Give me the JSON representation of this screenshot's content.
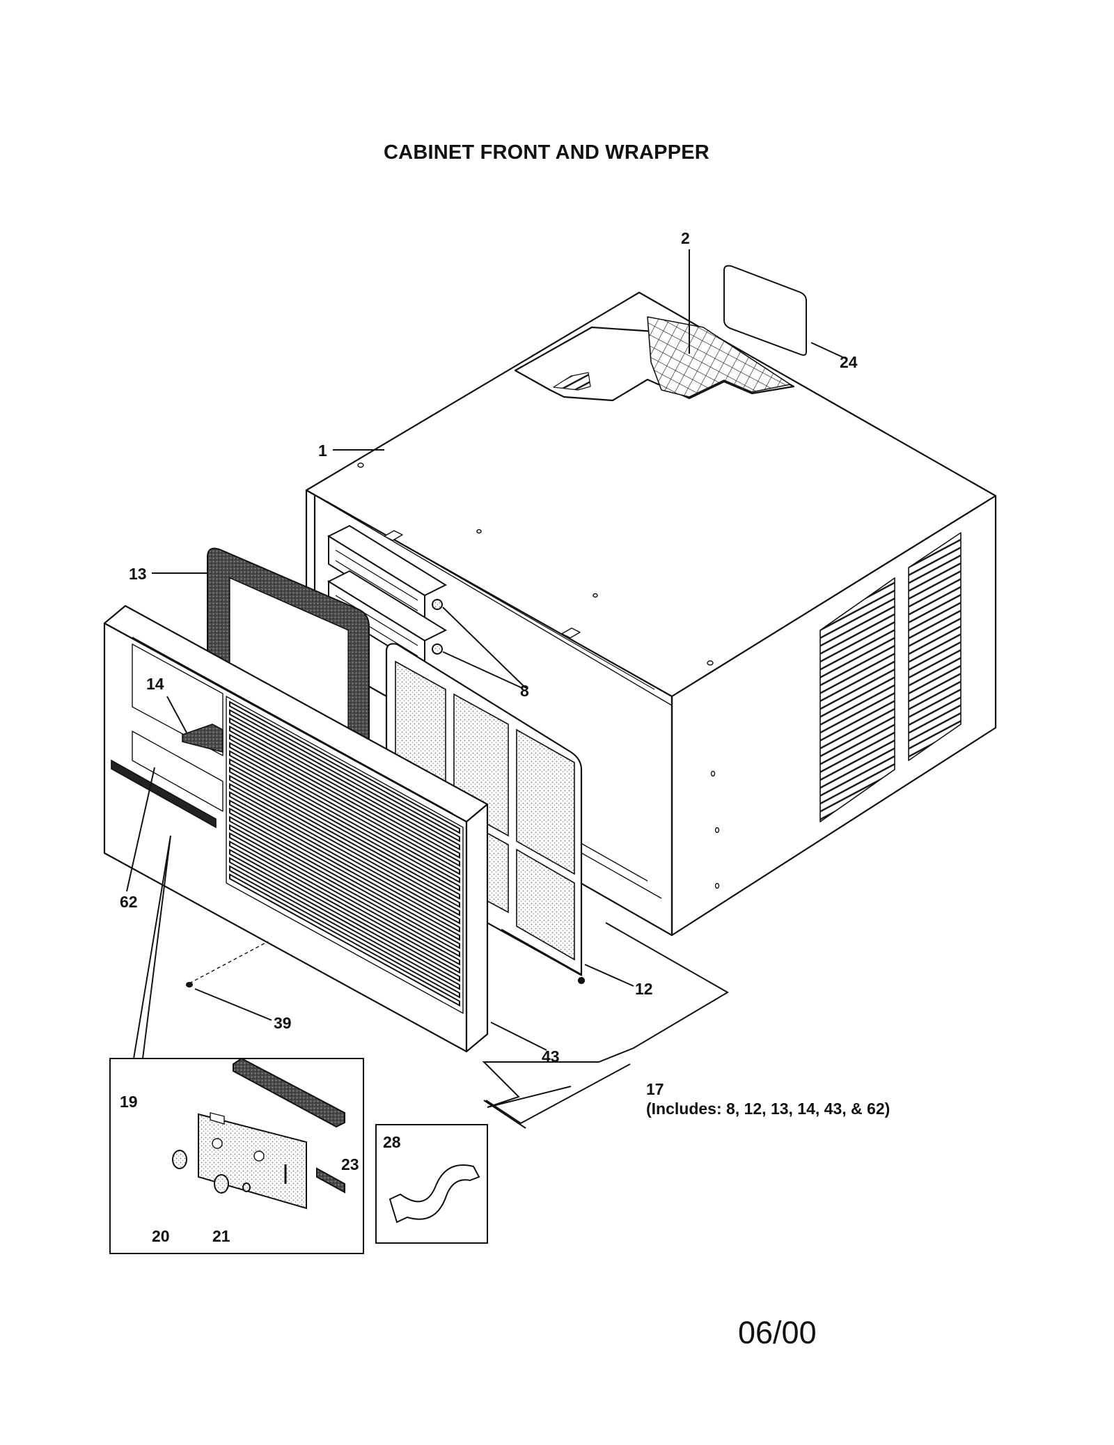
{
  "page": {
    "title": "CABINET FRONT AND WRAPPER",
    "date_code": "06/00"
  },
  "colors": {
    "ink": "#111111",
    "paper": "#ffffff",
    "stipple": "#9a9a9a"
  },
  "callouts": {
    "c1": "1",
    "c2": "2",
    "c8": "8",
    "c12": "12",
    "c13": "13",
    "c14": "14",
    "c17": "17",
    "c19": "19",
    "c20": "20",
    "c21": "21",
    "c23": "23",
    "c24": "24",
    "c28": "28",
    "c39": "39",
    "c43": "43",
    "c62": "62"
  },
  "notes": {
    "includes_17": "(Includes: 8, 12, 13, 14, 43, & 62)"
  }
}
